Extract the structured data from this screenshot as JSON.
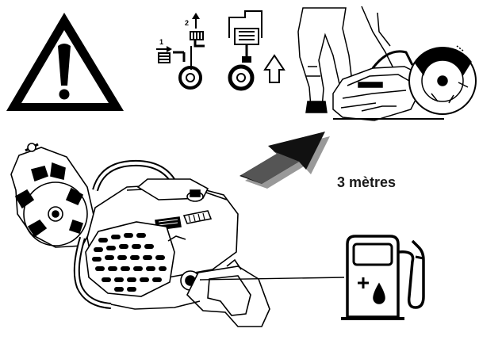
{
  "distance_label": "3 mètres",
  "markers": {
    "step1": "1",
    "step2": "2"
  },
  "icons": [
    "warning-triangle-icon",
    "choke-start-procedure-icon",
    "pull-starter-icon",
    "operator-starting-saw-illustration",
    "direction-arrow-icon",
    "power-cutter-illustration",
    "fuel-pump-icon"
  ],
  "colors": {
    "ink": "#000000",
    "paper": "#ffffff"
  }
}
